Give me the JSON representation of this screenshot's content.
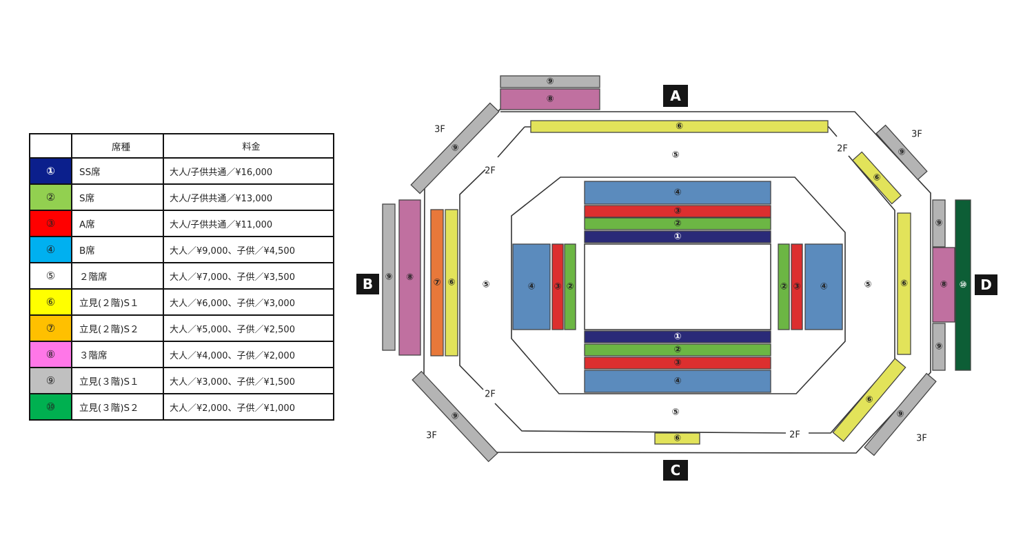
{
  "legend": {
    "headers": [
      "",
      "席種",
      "料金"
    ],
    "rows": [
      {
        "marker": "①",
        "name": "SS席",
        "price": "大人/子供共通／¥16,000",
        "color": "#0b1f8c",
        "marker_color": "#ffffff"
      },
      {
        "marker": "②",
        "name": "S席",
        "price": "大人/子供共通／¥13,000",
        "color": "#92d050",
        "marker_color": "#222222"
      },
      {
        "marker": "③",
        "name": "A席",
        "price": "大人/子供共通／¥11,000",
        "color": "#ff0000",
        "marker_color": "#222222"
      },
      {
        "marker": "④",
        "name": "B席",
        "price": "大人／¥9,000、子供／¥4,500",
        "color": "#00b0f0",
        "marker_color": "#222222"
      },
      {
        "marker": "⑤",
        "name": "２階席",
        "price": "大人／¥7,000、子供／¥3,500",
        "color": "#ffffff",
        "marker_color": "#222222"
      },
      {
        "marker": "⑥",
        "name": "立見(２階)S１",
        "price": "大人／¥6,000、子供／¥3,000",
        "color": "#ffff00",
        "marker_color": "#222222"
      },
      {
        "marker": "⑦",
        "name": "立見(２階)S２",
        "price": "大人／¥5,000、子供／¥2,500",
        "color": "#ffc000",
        "marker_color": "#222222"
      },
      {
        "marker": "⑧",
        "name": "３階席",
        "price": "大人／¥4,000、子供／¥2,000",
        "color": "#ff77e8",
        "marker_color": "#222222"
      },
      {
        "marker": "⑨",
        "name": "立見(３階)S１",
        "price": "大人／¥3,000、子供／¥1,500",
        "color": "#c0c0c0",
        "marker_color": "#222222"
      },
      {
        "marker": "⑩",
        "name": "立見(３階)S２",
        "price": "大人／¥2,000、子供／¥1,000",
        "color": "#00b050",
        "marker_color": "#222222"
      }
    ]
  },
  "map": {
    "markers": [
      "①",
      "②",
      "③",
      "④",
      "⑤",
      "⑥",
      "⑦",
      "⑧",
      "⑨",
      "⑩"
    ],
    "colors": {
      "1": "#2a2a78",
      "2": "#6cb644",
      "3": "#dc2f2f",
      "4": "#5b8bbd",
      "6": "#e2e35a",
      "7": "#e8783a",
      "8": "#c070a0",
      "9": "#b4b4b4",
      "10": "#0d5e36"
    },
    "sides": {
      "a": "A",
      "b": "B",
      "c": "C",
      "d": "D"
    },
    "floor_2f": "2F",
    "floor_3f": "3F"
  }
}
